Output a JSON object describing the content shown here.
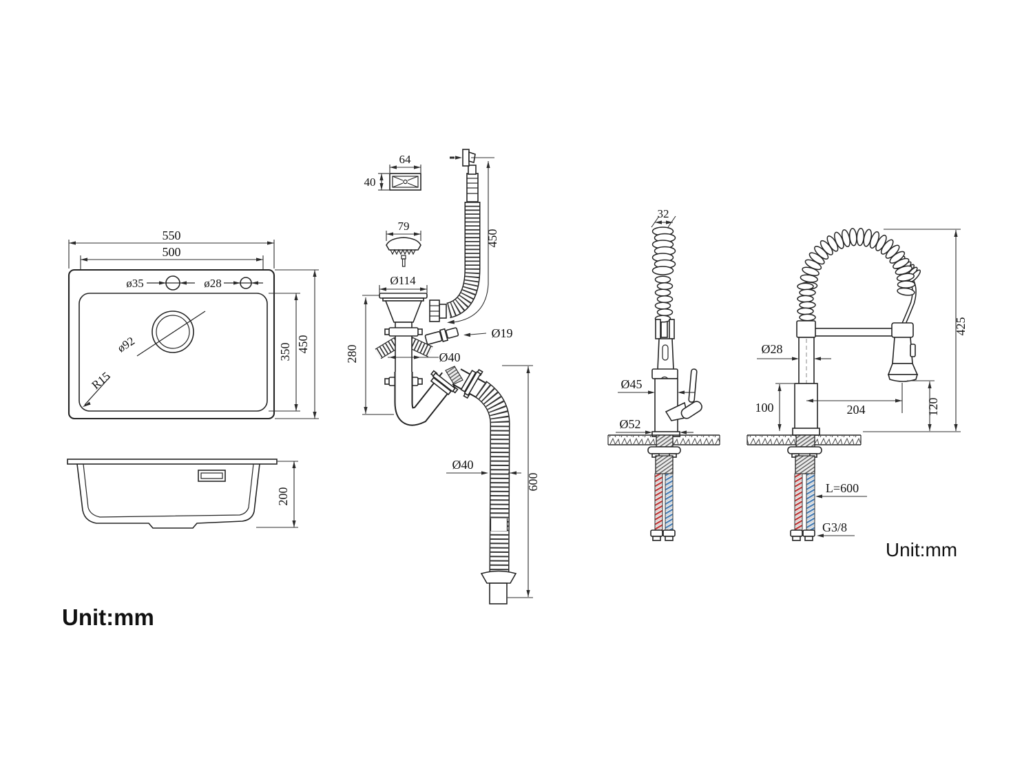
{
  "labels": {
    "unit_left": "Unit:mm",
    "unit_right": "Unit:mm"
  },
  "sink_top": {
    "width_outer": "550",
    "width_inner": "500",
    "hole_left": "ø35",
    "hole_right": "ø28",
    "drain_dia": "ø92",
    "corner_radius": "R15",
    "depth_inner": "350",
    "depth_outer": "450"
  },
  "sink_side": {
    "height": "200"
  },
  "drain": {
    "cover_width": "64",
    "cover_height": "40",
    "strainer_dia": "79",
    "flange_dia": "Ø114",
    "overflow_hose_len": "450",
    "trap_height": "280",
    "pipe_dia": "Ø40",
    "nipple_dia": "Ø19",
    "outlet_dia": "Ø40",
    "outlet_len": "600"
  },
  "faucet_front": {
    "spring_dia": "32",
    "body_dia": "Ø45",
    "base_dia": "Ø52"
  },
  "faucet_side": {
    "column_dia": "Ø28",
    "base_height": "100",
    "spout_reach": "204",
    "head_clearance": "120",
    "total_height": "425",
    "hose_length": "L=600",
    "thread_size": "G3/8"
  },
  "colors": {
    "line": "#232323",
    "hot": "#bf3b3b",
    "cold": "#4a7fb5"
  }
}
